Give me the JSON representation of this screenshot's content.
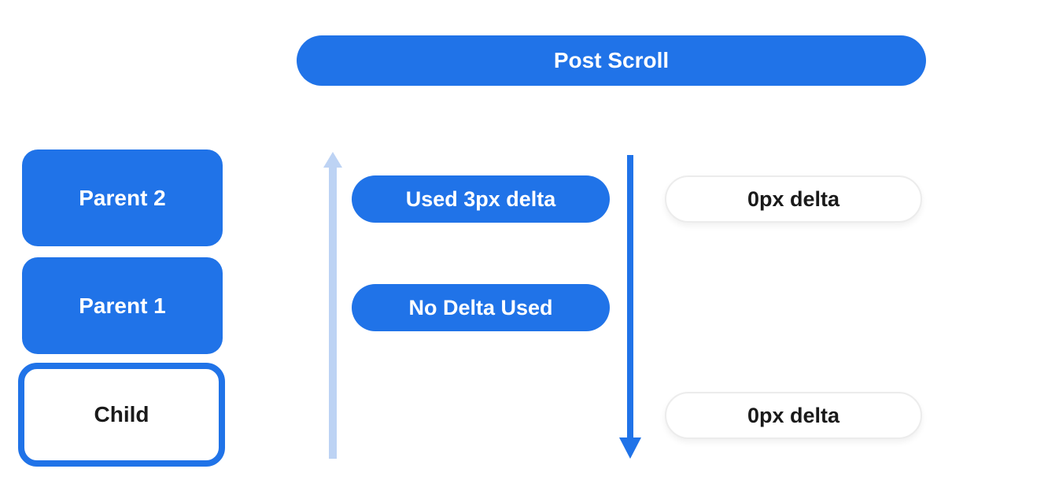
{
  "title_banner": {
    "label": "Post Scroll"
  },
  "widget_stack": {
    "items": [
      {
        "label": "Parent 2",
        "variant": "filled"
      },
      {
        "label": "Parent 1",
        "variant": "filled"
      },
      {
        "label": "Child",
        "variant": "outlined"
      }
    ]
  },
  "arrows": [
    {
      "name": "upward-propagation-arrow",
      "direction": "up",
      "color": "#bdd3f4"
    },
    {
      "name": "downward-scroll-arrow",
      "direction": "down",
      "color": "#2073e8"
    }
  ],
  "delta_labels": {
    "used": [
      {
        "label": "Used 3px delta"
      },
      {
        "label": "No Delta Used"
      }
    ],
    "results": [
      {
        "label": "0px delta"
      },
      {
        "label": "0px delta"
      }
    ]
  },
  "colors": {
    "primary_blue": "#2073e8",
    "light_blue": "#bdd3f4",
    "pill_border": "#ececec",
    "text_dark": "#1a1a1a",
    "background": "#ffffff"
  }
}
